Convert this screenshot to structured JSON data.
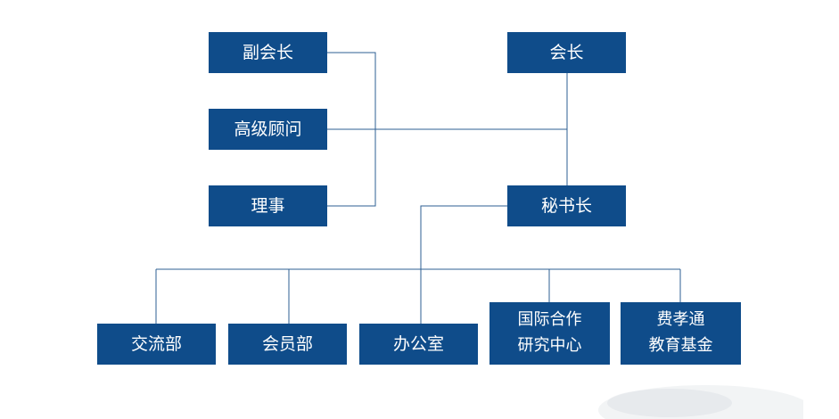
{
  "org_chart": {
    "vice_president": "副会长",
    "president": "会长",
    "senior_advisor": "高级顾问",
    "director": "理事",
    "secretary_general": "秘书长",
    "departments": {
      "exchange": "交流部",
      "membership": "会员部",
      "office": "办公室",
      "intl_line1": "国际合作",
      "intl_line2": "研究中心",
      "fund_line1": "费孝通",
      "fund_line2": "教育基金"
    }
  },
  "colors": {
    "node_fill": "#0f4c8a",
    "node_text": "#ffffff",
    "connector": "#2d5f93"
  }
}
